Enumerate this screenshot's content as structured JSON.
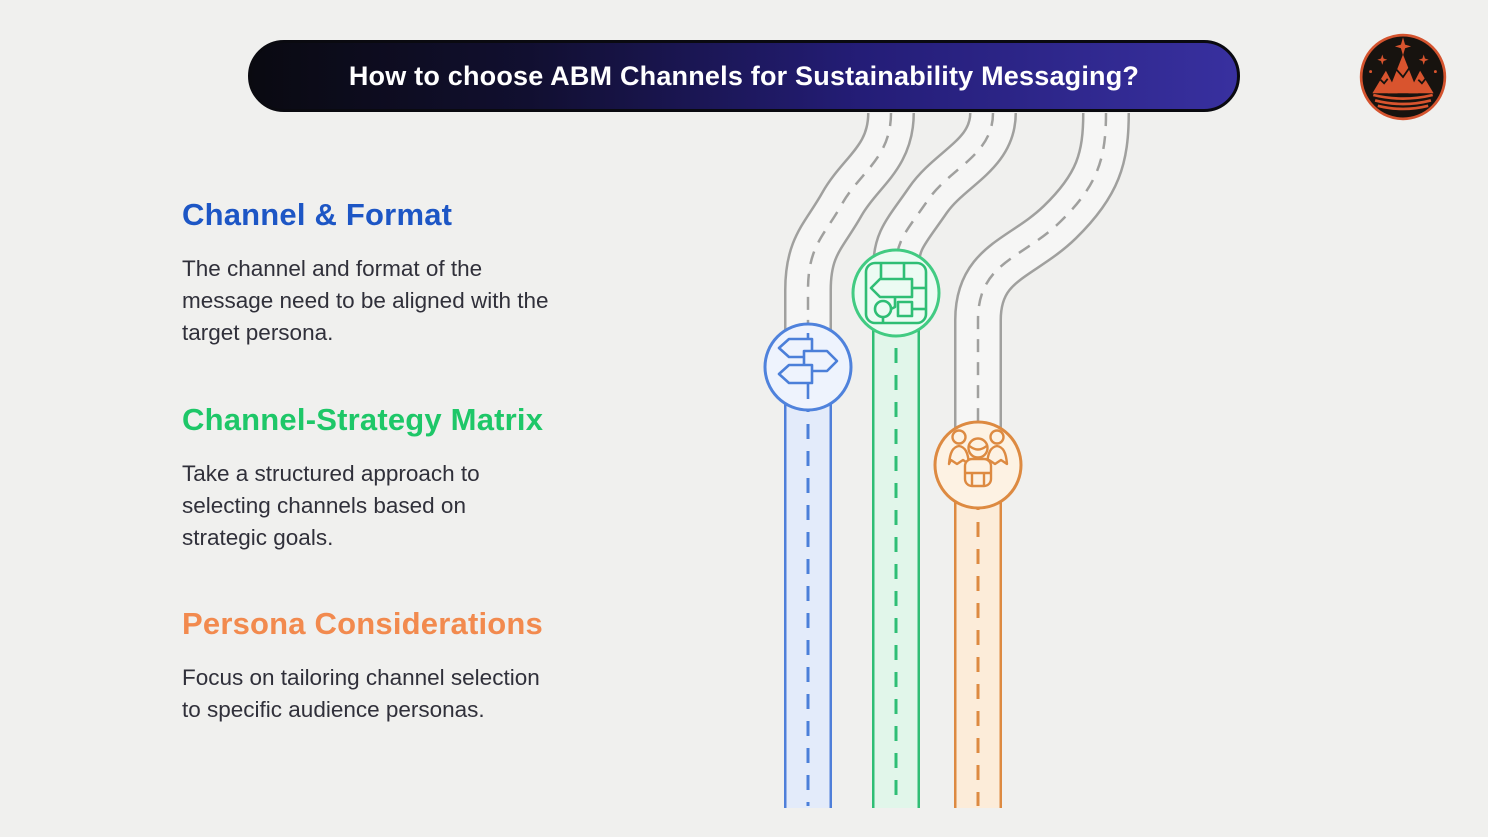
{
  "header": {
    "title": "How to choose ABM Channels for Sustainability Messaging?",
    "bg_gradient_left": "#0a0a11",
    "bg_gradient_right": "#38309f",
    "text_color": "#ffffff"
  },
  "logo": {
    "name": "crown-mountains-emblem",
    "ring_color": "#d4532e",
    "background_color": "#17130f",
    "crown_color": "#d9542e"
  },
  "sections": [
    {
      "title": "Channel & Format",
      "description": "The channel and format of the message need to be aligned with the target persona.",
      "accent_color": "#1d56c5",
      "icon": "signpost-icon",
      "road_edge_color": "#4f7fd9",
      "road_fill_color": "#e3ebfa",
      "node_fill_color": "#eef3fd"
    },
    {
      "title": "Channel-Strategy Matrix",
      "description": "Take a structured approach to selecting channels based on strategic goals.",
      "accent_color": "#1ec768",
      "icon": "strategy-map-icon",
      "road_edge_color": "#2fbe75",
      "road_fill_color": "#e1f6ea",
      "node_fill_color": "#ecfbf3"
    },
    {
      "title": "Persona Considerations",
      "description": "Focus on tailoring channel selection to specific audience personas.",
      "accent_color": "#f28a4e",
      "icon": "personas-icon",
      "road_edge_color": "#dd8a41",
      "road_fill_color": "#fcecd9",
      "node_fill_color": "#fdf2e3"
    }
  ],
  "roads": {
    "gray_edge_color": "#a0a09e",
    "gray_fill_color": "#f6f6f5",
    "background_color": "#f0f0ee"
  }
}
